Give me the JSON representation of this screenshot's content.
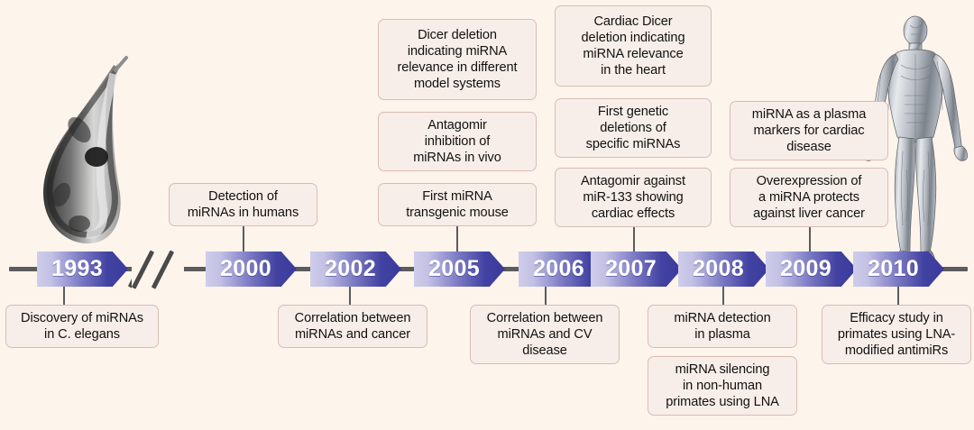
{
  "figure": {
    "title": "miRNA research timeline",
    "background_color": "#fdf4ec",
    "box_fill": "#f8eee9",
    "box_border": "#d8bdb4",
    "arrow_gradient_light": "#cfcdea",
    "arrow_gradient_dark": "#3a3a9b",
    "spine_color": "#5c5c5c"
  },
  "timeline": {
    "years": [
      {
        "label": "1993"
      },
      {
        "label": "2000"
      },
      {
        "label": "2002"
      },
      {
        "label": "2005"
      },
      {
        "label": "2006"
      },
      {
        "label": "2007"
      },
      {
        "label": "2008"
      },
      {
        "label": "2009"
      },
      {
        "label": "2010"
      }
    ],
    "axis_break": "//"
  },
  "events_above": [
    {
      "year": "2000",
      "text": "Detection of\nmiRNAs in humans"
    },
    {
      "year": "2005",
      "text": "Dicer deletion\nindicating miRNA\nrelevance in different\nmodel systems"
    },
    {
      "year": "2005",
      "text": "Antagomir\ninhibition of\nmiRNAs in vivo"
    },
    {
      "year": "2005",
      "text": "First miRNA\ntransgenic mouse"
    },
    {
      "year": "2007",
      "text": "Cardiac Dicer\ndeletion indicating\nmiRNA relevance\nin the heart"
    },
    {
      "year": "2007",
      "text": "First genetic\ndeletions of\nspecific miRNAs"
    },
    {
      "year": "2007",
      "text": "Antagomir against\nmiR-133 showing\ncardiac effects"
    },
    {
      "year": "2009",
      "text": "miRNA as a plasma\nmarkers for cardiac\ndisease"
    },
    {
      "year": "2009",
      "text": "Overexpression of\na miRNA protects\nagainst liver cancer"
    }
  ],
  "events_below": [
    {
      "year": "1993",
      "text": "Discovery of miRNAs\nin C. elegans"
    },
    {
      "year": "2002",
      "text": "Correlation between\nmiRNAs and cancer"
    },
    {
      "year": "2006",
      "text": "Correlation between\nmiRNAs and CV\ndisease"
    },
    {
      "year": "2008",
      "text": "miRNA detection\nin plasma"
    },
    {
      "year": "2008",
      "text": "miRNA silencing\nin non-human\nprimates using LNA"
    },
    {
      "year": "2010",
      "text": "Efficacy study in\nprimates using LNA-\nmodified antimiRs"
    }
  ],
  "illustrations": [
    {
      "name": "c-elegans-worm",
      "caption": "C. elegans nematode photomicrograph"
    },
    {
      "name": "human-anatomy-figure",
      "caption": "Human muscular anatomy illustration"
    }
  ]
}
